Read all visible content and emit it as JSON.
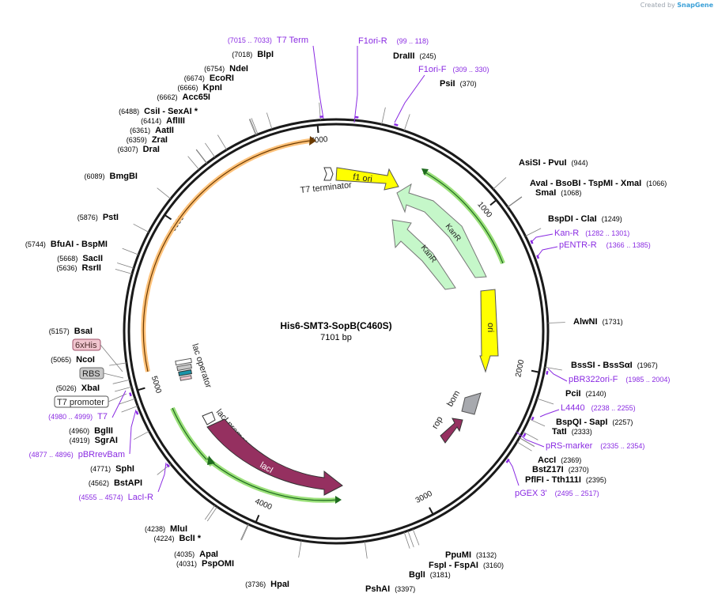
{
  "watermark": {
    "prefix": "Created by",
    "brand": "SnapGene"
  },
  "map": {
    "name": "His6-SMT3-SopB(C460S)",
    "length_label": "7101 bp",
    "length": 7101
  },
  "ticks": [
    {
      "pos": 1000,
      "label": "1000"
    },
    {
      "pos": 2000,
      "label": "2000"
    },
    {
      "pos": 3000,
      "label": "3000"
    },
    {
      "pos": 4000,
      "label": "4000"
    },
    {
      "pos": 5000,
      "label": "5000"
    },
    {
      "pos": 6000,
      "label": "6000"
    },
    {
      "pos": 7000,
      "label": "7000"
    }
  ],
  "sites": [
    {
      "name": "BlpI",
      "pos_label": "(7018)",
      "pos": 7018,
      "color": "#000000"
    },
    {
      "name": "NdeI",
      "pos_label": "(6754)",
      "pos": 6754,
      "color": "#000000"
    },
    {
      "name": "EcoRI",
      "pos_label": "(6674)",
      "pos": 6674,
      "color": "#000000"
    },
    {
      "name": "KpnI",
      "pos_label": "(6666)",
      "pos": 6666,
      "color": "#000000"
    },
    {
      "name": "Acc65I",
      "pos_label": "(6662)",
      "pos": 6662,
      "color": "#000000"
    },
    {
      "name": "CsiI - SexAI *",
      "pos_label": "(6488)",
      "pos": 6488,
      "color": "#000000"
    },
    {
      "name": "AflIII",
      "pos_label": "(6414)",
      "pos": 6414,
      "color": "#000000"
    },
    {
      "name": "AatII",
      "pos_label": "(6361)",
      "pos": 6361,
      "color": "#000000"
    },
    {
      "name": "ZraI",
      "pos_label": "(6359)",
      "pos": 6359,
      "color": "#000000"
    },
    {
      "name": "DraI",
      "pos_label": "(6307)",
      "pos": 6307,
      "color": "#000000"
    },
    {
      "name": "BmgBI",
      "pos_label": "(6089)",
      "pos": 6089,
      "color": "#000000"
    },
    {
      "name": "PstI",
      "pos_label": "(5876)",
      "pos": 5876,
      "color": "#000000"
    },
    {
      "name": "BfuAI - BspMI",
      "pos_label": "(5744)",
      "pos": 5744,
      "color": "#000000"
    },
    {
      "name": "SacII",
      "pos_label": "(5668)",
      "pos": 5668,
      "color": "#000000"
    },
    {
      "name": "RsrII",
      "pos_label": "(5636)",
      "pos": 5636,
      "color": "#000000"
    },
    {
      "name": "BsaI",
      "pos_label": "(5157)",
      "pos": 5157,
      "color": "#000000"
    },
    {
      "name": "NcoI",
      "pos_label": "(5065)",
      "pos": 5065,
      "color": "#000000"
    },
    {
      "name": "XbaI",
      "pos_label": "(5026)",
      "pos": 5026,
      "color": "#000000"
    },
    {
      "name": "BglII",
      "pos_label": "(4960)",
      "pos": 4960,
      "color": "#000000"
    },
    {
      "name": "SgrAI",
      "pos_label": "(4919)",
      "pos": 4919,
      "color": "#000000"
    },
    {
      "name": "SphI",
      "pos_label": "(4771)",
      "pos": 4771,
      "color": "#000000"
    },
    {
      "name": "BstAPI",
      "pos_label": "(4562)",
      "pos": 4562,
      "color": "#000000"
    },
    {
      "name": "MluI",
      "pos_label": "(4238)",
      "pos": 4238,
      "color": "#000000"
    },
    {
      "name": "BclI *",
      "pos_label": "(4224)",
      "pos": 4224,
      "color": "#000000"
    },
    {
      "name": "ApaI",
      "pos_label": "(4035)",
      "pos": 4035,
      "color": "#000000"
    },
    {
      "name": "PspOMI",
      "pos_label": "(4031)",
      "pos": 4031,
      "color": "#000000"
    },
    {
      "name": "HpaI",
      "pos_label": "(3736)",
      "pos": 3736,
      "color": "#000000"
    },
    {
      "name": "PshAI",
      "pos_label": "(3397)",
      "pos": 3397,
      "color": "#000000"
    },
    {
      "name": "BglI",
      "pos_label": "(3181)",
      "pos": 3181,
      "color": "#000000"
    },
    {
      "name": "FspI - FspAI",
      "pos_label": "(3160)",
      "pos": 3160,
      "color": "#000000"
    },
    {
      "name": "PpuMI",
      "pos_label": "(3132)",
      "pos": 3132,
      "color": "#000000"
    },
    {
      "name": "PflFI - Tth111I",
      "pos_label": "(2395)",
      "pos": 2395,
      "color": "#000000"
    },
    {
      "name": "BstZ17I",
      "pos_label": "(2370)",
      "pos": 2370,
      "color": "#000000"
    },
    {
      "name": "AccI",
      "pos_label": "(2369)",
      "pos": 2369,
      "color": "#000000"
    },
    {
      "name": "TatI",
      "pos_label": "(2333)",
      "pos": 2333,
      "color": "#000000"
    },
    {
      "name": "BspQI - SapI",
      "pos_label": "(2257)",
      "pos": 2257,
      "color": "#000000"
    },
    {
      "name": "PciI",
      "pos_label": "(2140)",
      "pos": 2140,
      "color": "#000000"
    },
    {
      "name": "BssSI - BssSαI",
      "pos_label": "(1967)",
      "pos": 1967,
      "color": "#000000"
    },
    {
      "name": "AlwNI",
      "pos_label": "(1731)",
      "pos": 1731,
      "color": "#000000"
    },
    {
      "name": "BspDI - ClaI",
      "pos_label": "(1249)",
      "pos": 1249,
      "color": "#000000"
    },
    {
      "name": "SmaI",
      "pos_label": "(1068)",
      "pos": 1068,
      "color": "#000000"
    },
    {
      "name": "AvaI - BsoBI - TspMI - XmaI",
      "pos_label": "(1066)",
      "pos": 1066,
      "color": "#000000"
    },
    {
      "name": "AsiSI - PvuI",
      "pos_label": "(944)",
      "pos": 944,
      "color": "#000000"
    },
    {
      "name": "PsiI",
      "pos_label": "(370)",
      "pos": 370,
      "color": "#000000"
    },
    {
      "name": "DraIII",
      "pos_label": "(245)",
      "pos": 245,
      "color": "#000000"
    }
  ],
  "primers": [
    {
      "name": "T7 Term",
      "range": "(7015 .. 7033)",
      "start": 7015,
      "end": 7033
    },
    {
      "name": "F1ori-R",
      "range": "(99 .. 118)",
      "start": 99,
      "end": 118
    },
    {
      "name": "F1ori-F",
      "range": "(309 .. 330)",
      "start": 309,
      "end": 330
    },
    {
      "name": "Kan-R",
      "range": "(1282 .. 1301)",
      "start": 1282,
      "end": 1301
    },
    {
      "name": "pENTR-R",
      "range": "(1366 .. 1385)",
      "start": 1366,
      "end": 1385
    },
    {
      "name": "pBR322ori-F",
      "range": "(1985 .. 2004)",
      "start": 1985,
      "end": 2004
    },
    {
      "name": "L4440",
      "range": "(2238 .. 2255)",
      "start": 2238,
      "end": 2255
    },
    {
      "name": "pRS-marker",
      "range": "(2335 .. 2354)",
      "start": 2335,
      "end": 2354
    },
    {
      "name": "pGEX 3'",
      "range": "(2495 .. 2517)",
      "start": 2495,
      "end": 2517
    },
    {
      "name": "T7",
      "range": "(4980 .. 4999)",
      "start": 4980,
      "end": 4999
    },
    {
      "name": "pBRrevBam",
      "range": "(4877 .. 4896)",
      "start": 4877,
      "end": 4896
    },
    {
      "name": "LacI-R",
      "range": "(4555 .. 4574)",
      "start": 4555,
      "end": 4574
    }
  ],
  "boxed_labels": [
    {
      "name": "6xHis",
      "fill": "#f1c6cf",
      "stroke": "#a0506a"
    },
    {
      "name": "RBS",
      "fill": "#c8c8c8",
      "stroke": "#6d6d6d"
    },
    {
      "name": "T7 promoter",
      "fill": "#ffffff",
      "stroke": "#555555"
    }
  ],
  "features": [
    {
      "name": "f1 ori",
      "color": "#ffff00"
    },
    {
      "name": "T7 terminator",
      "color": "#ffffff"
    },
    {
      "name": "KanR",
      "color": "#c5f7c9"
    },
    {
      "name": "KanR",
      "color": "#c5f7c9"
    },
    {
      "name": "ori",
      "color": "#ffff00"
    },
    {
      "name": "bom",
      "color": "#a7a9ae"
    },
    {
      "name": "rop",
      "color": "#953060"
    },
    {
      "name": "lacI",
      "color": "#953060"
    },
    {
      "name": "lacI promoter",
      "color": "#ffffff"
    },
    {
      "name": "lac operator",
      "color": "#ffffff"
    }
  ],
  "colors": {
    "backbone": "#1a1a1a",
    "site_line": "#7f7f7f",
    "primer": "#8a2be2",
    "orf_orange": "#ffc27a",
    "orf_green": "#7dd24a"
  }
}
